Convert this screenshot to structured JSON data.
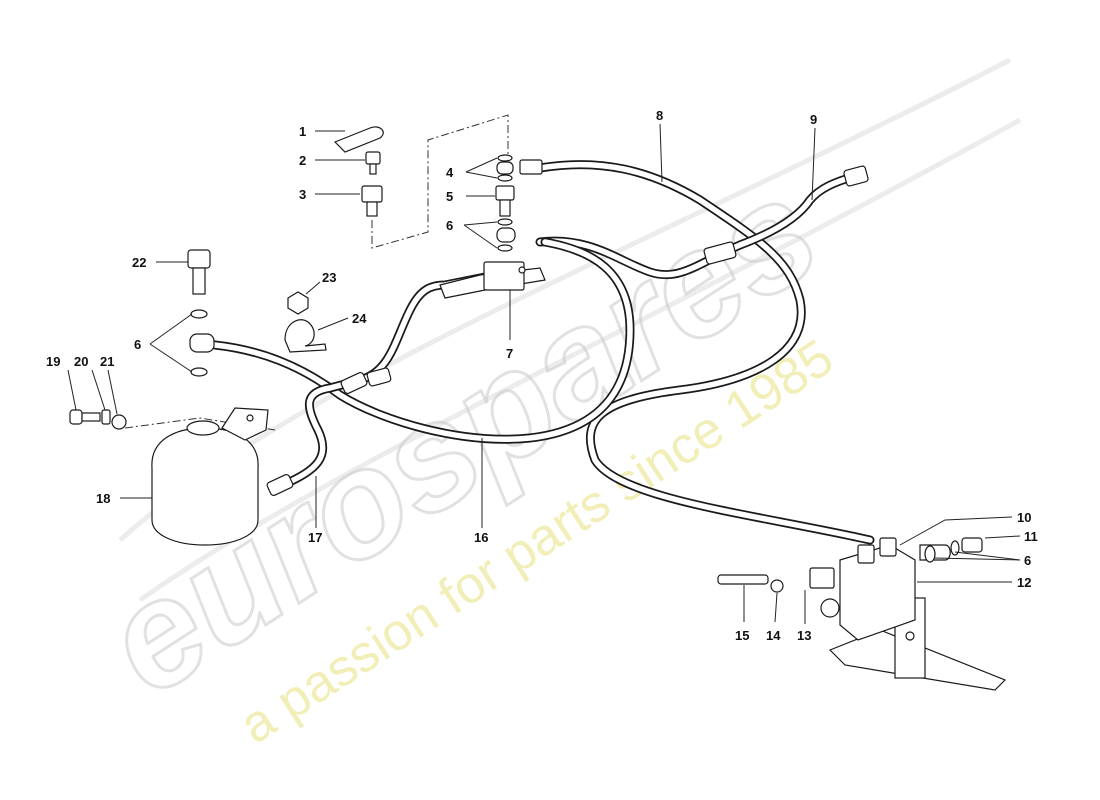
{
  "watermark": {
    "brand": "eurospares",
    "tagline": "a passion for parts since 1985",
    "brand_color": "#c9c9c9",
    "tagline_color": "#e9e48a"
  },
  "diagram": {
    "callouts": [
      "1",
      "2",
      "3",
      "4",
      "5",
      "6",
      "7",
      "8",
      "9",
      "10",
      "11",
      "12",
      "13",
      "14",
      "15",
      "16",
      "17",
      "18",
      "19",
      "20",
      "21",
      "22",
      "23",
      "24"
    ],
    "repeated_callouts": {
      "six_upper": "6",
      "six_left": "6",
      "six_right": "6"
    },
    "line_color": "#1a1a1a"
  }
}
